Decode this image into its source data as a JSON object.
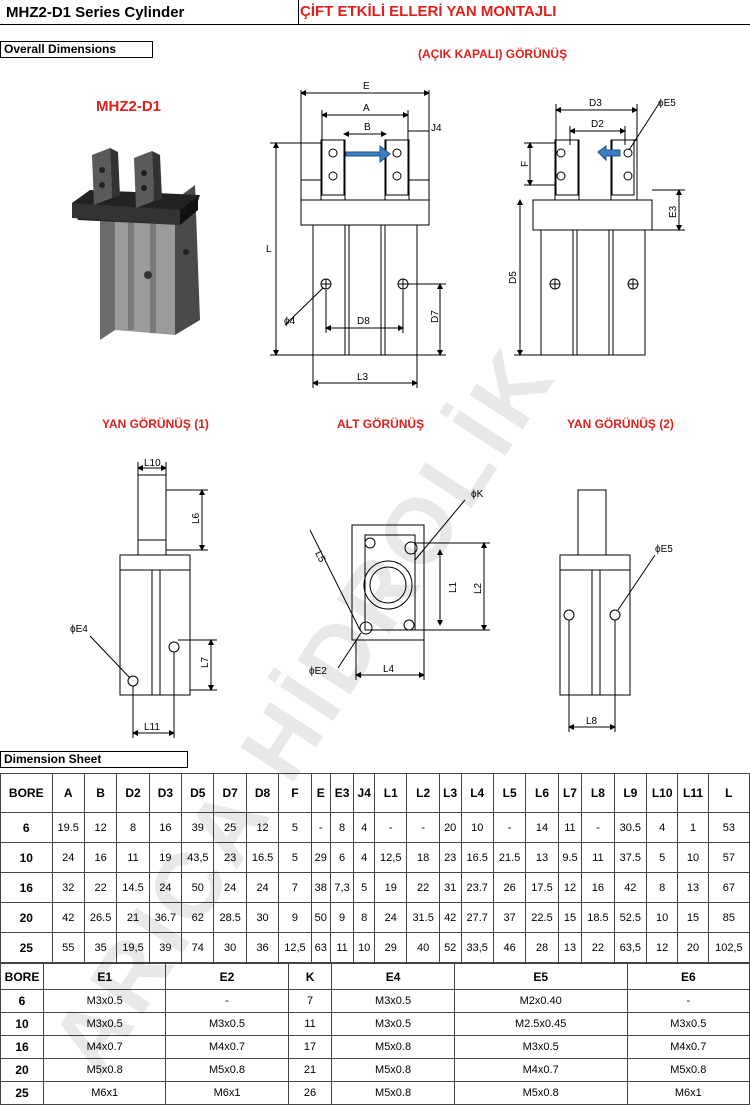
{
  "header": {
    "series_title": "MHZ2-D1 Series Cylinder",
    "type_title": "ÇİFT ETKİLİ ELLERİ YAN MONTAJLI"
  },
  "sections": {
    "overall": "Overall Dimensions",
    "sheet": "Dimension Sheet"
  },
  "views": {
    "product": "MHZ2-D1",
    "front": "(AÇIK KAPALI) GÖRÜNÜŞ",
    "side1": "YAN GÖRÜNÜŞ (1)",
    "bottom": "ALT GÖRÜNÜŞ",
    "side2": "YAN GÖRÜNÜŞ (2)"
  },
  "labels": {
    "E": "E",
    "A": "A",
    "B": "B",
    "J4": "J4",
    "L": "L",
    "phi4": "ϕ4",
    "D8": "D8",
    "D7": "D7",
    "L3": "L3",
    "D3": "D3",
    "D2": "D2",
    "E5": "ϕE5",
    "F": "F",
    "E3": "E3",
    "D5": "D5",
    "L10": "L10",
    "L6": "L6",
    "E4": "ϕE4",
    "L7": "L7",
    "L11": "L11",
    "K": "ϕK",
    "L5": "L5",
    "L1": "L1",
    "L2": "L2",
    "E2": "ϕE2",
    "L4": "L4",
    "E5b": "ϕE5",
    "L8": "L8"
  },
  "watermark": "ARICA HİDROLİK",
  "table1": {
    "headers": [
      "BORE",
      "A",
      "B",
      "D2",
      "D3",
      "D5",
      "D7",
      "D8",
      "F",
      "E",
      "E3",
      "J4",
      "L1",
      "L2",
      "L3",
      "L4",
      "L5",
      "L6",
      "L7",
      "L8",
      "L9",
      "L10",
      "L11",
      "L"
    ],
    "rows": [
      [
        "6",
        "19.5",
        "12",
        "8",
        "16",
        "39",
        "25",
        "12",
        "5",
        "-",
        "8",
        "4",
        "-",
        "-",
        "20",
        "10",
        "-",
        "14",
        "11",
        "-",
        "30.5",
        "4",
        "1",
        "53"
      ],
      [
        "10",
        "24",
        "16",
        "11",
        "19",
        "43,5",
        "23",
        "16.5",
        "5",
        "29",
        "6",
        "4",
        "12,5",
        "18",
        "23",
        "16.5",
        "21.5",
        "13",
        "9.5",
        "11",
        "37.5",
        "5",
        "10",
        "57"
      ],
      [
        "16",
        "32",
        "22",
        "14.5",
        "24",
        "50",
        "24",
        "24",
        "7",
        "38",
        "7,3",
        "5",
        "19",
        "22",
        "31",
        "23.7",
        "26",
        "17.5",
        "12",
        "16",
        "42",
        "8",
        "13",
        "67"
      ],
      [
        "20",
        "42",
        "26.5",
        "21",
        "36.7",
        "62",
        "28.5",
        "30",
        "9",
        "50",
        "9",
        "8",
        "24",
        "31.5",
        "42",
        "27.7",
        "37",
        "22.5",
        "15",
        "18.5",
        "52.5",
        "10",
        "15",
        "85"
      ],
      [
        "25",
        "55",
        "35",
        "19,5",
        "39",
        "74",
        "30",
        "36",
        "12,5",
        "63",
        "11",
        "10",
        "29",
        "40",
        "52",
        "33,5",
        "46",
        "28",
        "13",
        "22",
        "63,5",
        "12",
        "20",
        "102,5"
      ]
    ]
  },
  "table2": {
    "headers": [
      "BORE",
      "E1",
      "E2",
      "K",
      "E4",
      "E5",
      "E6"
    ],
    "rows": [
      [
        "6",
        "M3x0.5",
        "-",
        "7",
        "M3x0.5",
        "M2x0.40",
        "-"
      ],
      [
        "10",
        "M3x0.5",
        "M3x0.5",
        "11",
        "M3x0.5",
        "M2.5x0.45",
        "M3x0.5"
      ],
      [
        "16",
        "M4x0.7",
        "M4x0.7",
        "17",
        "M5x0.8",
        "M3x0.5",
        "M4x0.7"
      ],
      [
        "20",
        "M5x0.8",
        "M5x0.8",
        "21",
        "M5x0.8",
        "M4x0.7",
        "M5x0.8"
      ],
      [
        "25",
        "M6x1",
        "M6x1",
        "26",
        "M5x0.8",
        "M5x0.8",
        "M6x1"
      ]
    ]
  }
}
